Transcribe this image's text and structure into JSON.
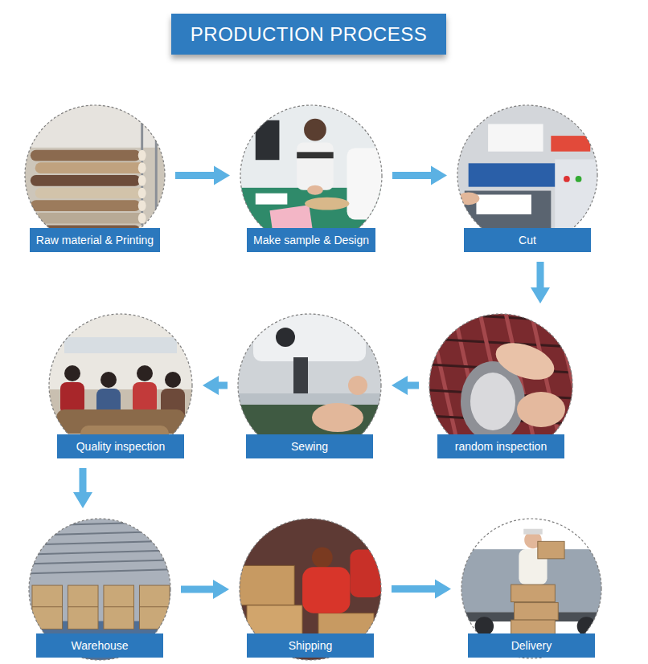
{
  "diagram": {
    "title": "PRODUCTION PROCESS",
    "nodes": [
      {
        "text": [
          "Raw material & Printing"
        ]
      },
      {
        "text": [
          "Make sample & Design"
        ]
      },
      {
        "text": [
          "Cut"
        ]
      },
      {
        "text": [
          "random inspection"
        ]
      },
      {
        "text": [
          "Sewing"
        ]
      },
      {
        "text": [
          "Quality inspection"
        ]
      },
      {
        "text": [
          "Warehouse"
        ]
      },
      {
        "text": [
          "Shipping"
        ]
      },
      {
        "text": [
          "Delivery"
        ]
      }
    ],
    "edges": [
      {
        "from": 0,
        "to": 1,
        "arrow": "to"
      },
      {
        "from": 1,
        "to": 2,
        "arrow": "to"
      },
      {
        "from": 2,
        "to": 3,
        "arrow": "to"
      },
      {
        "from": 3,
        "to": 4,
        "arrow": "to"
      },
      {
        "from": 4,
        "to": 5,
        "arrow": "to"
      },
      {
        "from": 5,
        "to": 6,
        "arrow": "to"
      },
      {
        "from": 6,
        "to": 7,
        "arrow": "to"
      },
      {
        "from": 7,
        "to": 8,
        "arrow": "to"
      }
    ]
  }
}
